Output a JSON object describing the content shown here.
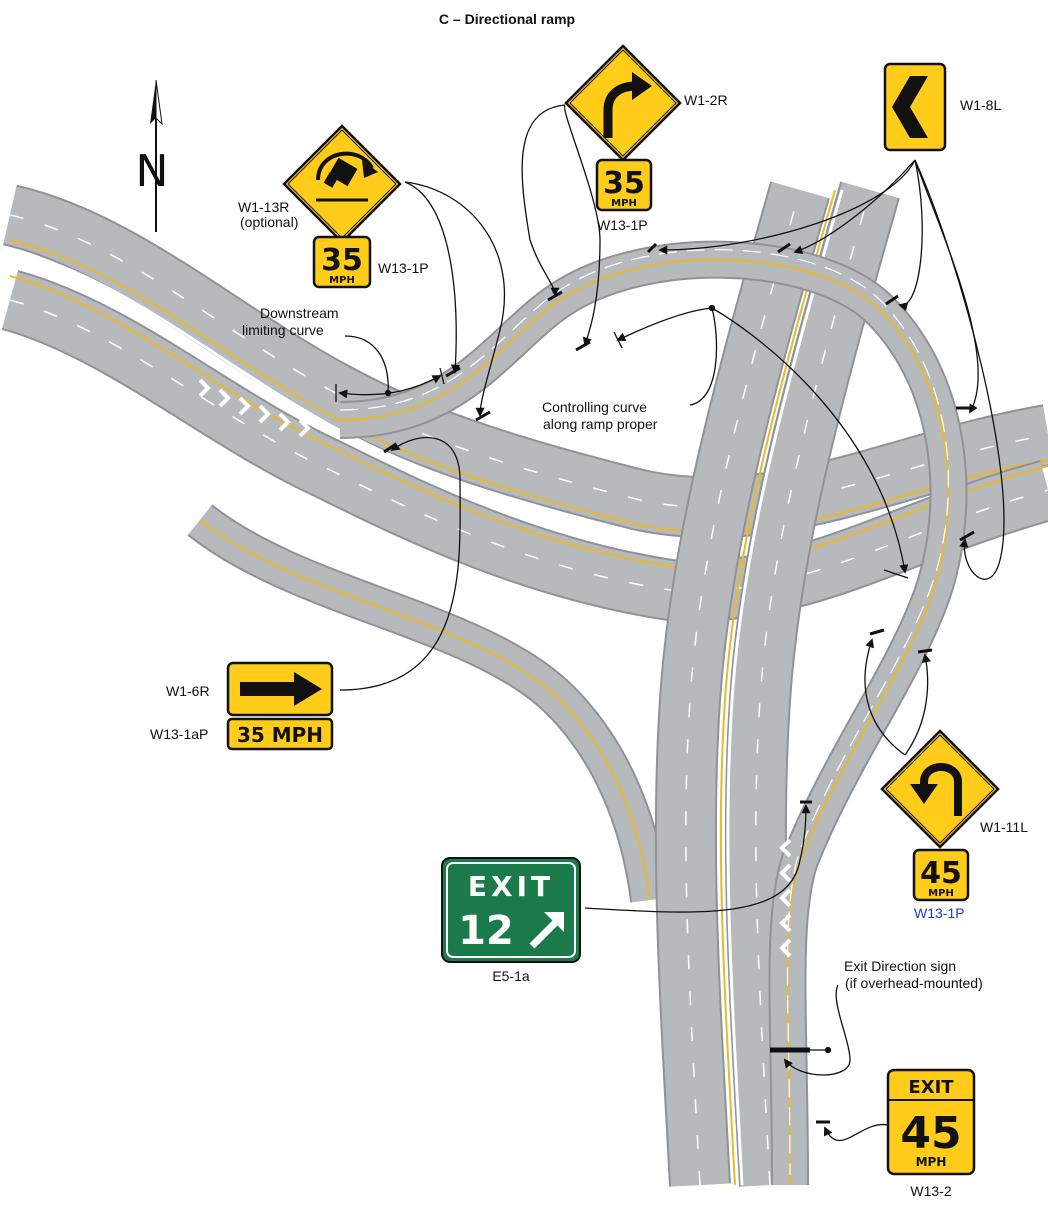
{
  "title": "C – Directional ramp",
  "north_letter": "N",
  "colors": {
    "road": "#b7babd",
    "road_edge": "#8f9296",
    "yellow_line": "#e8b92c",
    "sign_yellow": "#ffcc1a",
    "sign_green": "#1b7a4a",
    "leader": "#111111"
  },
  "labels": {
    "w1_13r": "W1-13R",
    "w1_13r_note": "(optional)",
    "w13_1p_a": "W13-1P",
    "w1_2r": "W1-2R",
    "w13_1p_b": "W13-1P",
    "w1_8l": "W1-8L",
    "downstream_1": "Downstream",
    "downstream_2": "limiting curve",
    "controlling_1": "Controlling curve",
    "controlling_2": "along ramp proper",
    "w1_6r": "W1-6R",
    "w13_1ap": "W13-1aP",
    "w1_11l": "W1-11L",
    "w13_1p_c": "W13-1P",
    "e5_1a": "E5-1a",
    "exit_dir_1": "Exit Direction sign",
    "exit_dir_2": "(if overhead-mounted)",
    "w13_2": "W13-2"
  },
  "signs": {
    "speed_35": "35",
    "speed_45": "45",
    "mph": "MPH",
    "speed_35_mph": "35 MPH",
    "exit_word": "EXIT",
    "exit_number": "12",
    "exit_word_small": "EXIT",
    "exit_speed": "45",
    "exit_mph": "MPH"
  }
}
